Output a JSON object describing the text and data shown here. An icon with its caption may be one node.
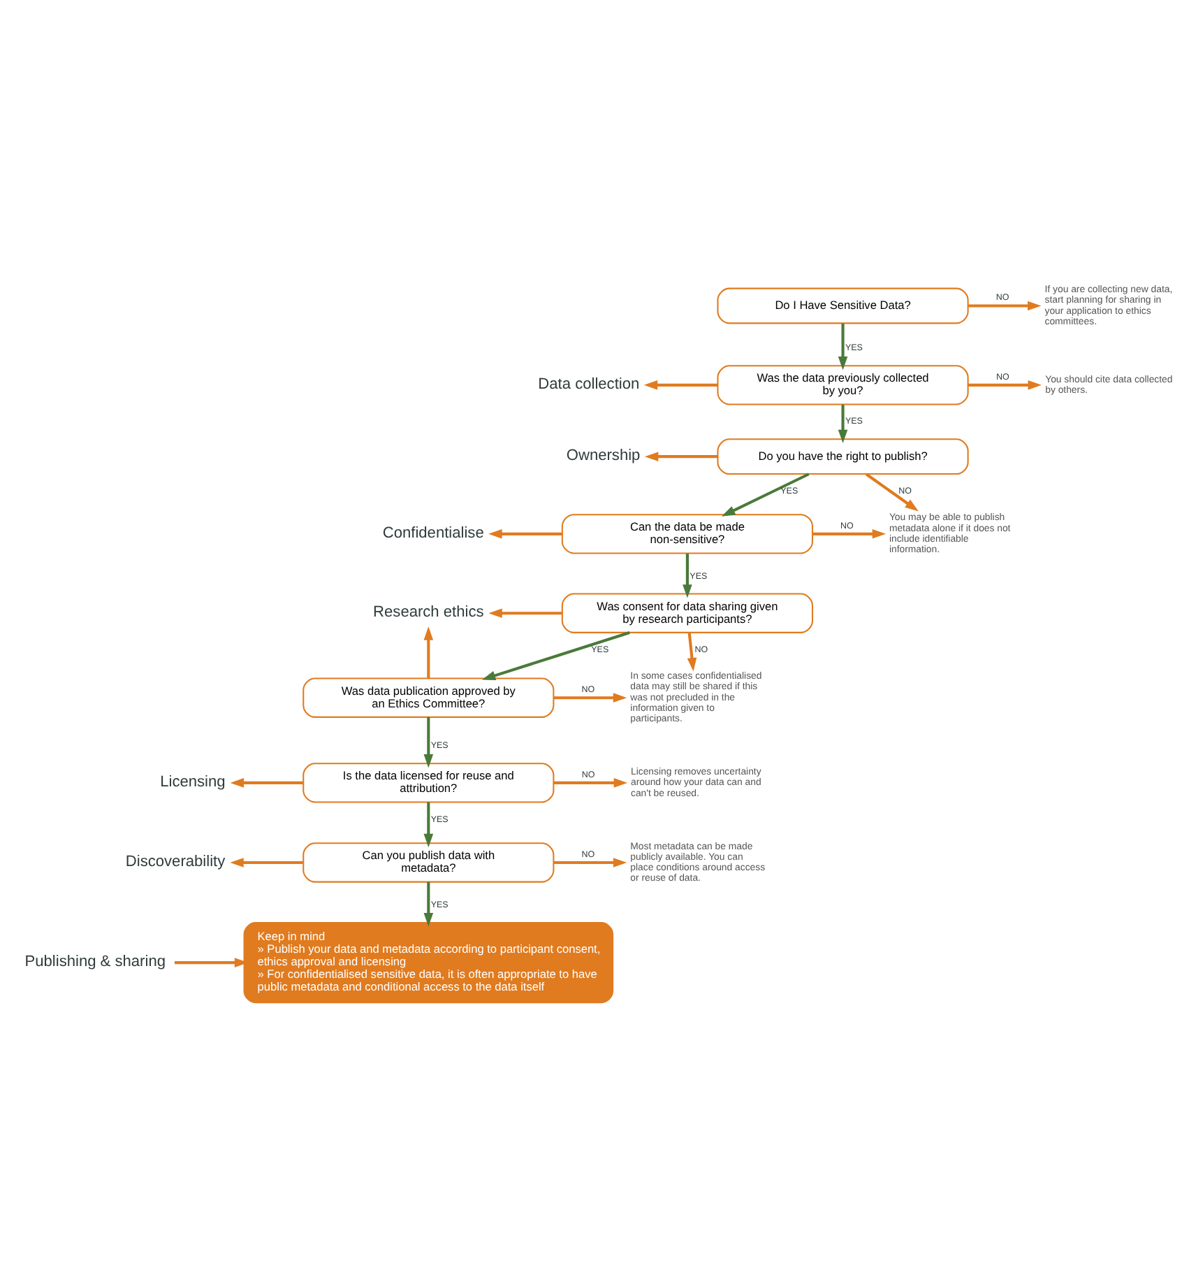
{
  "diagram": {
    "nodes": [
      {
        "text": [
          "Do I Have Sensitive Data?"
        ]
      },
      {
        "text": [
          "If you are collecting new data, start planning for sharing in your application to ethics committees."
        ]
      },
      {
        "text": [
          "Data collection"
        ]
      },
      {
        "text": [
          "Was the data previously collected by you?"
        ]
      },
      {
        "text": [
          "You should cite data collected by others."
        ]
      },
      {
        "text": [
          "Ownership"
        ]
      },
      {
        "text": [
          "Do you have the right to publish?"
        ]
      },
      {
        "text": [
          "Confidentialise"
        ]
      },
      {
        "text": [
          "Can the data be made non-sensitive?"
        ]
      },
      {
        "text": [
          "You may be able to publish metadata alone if it does not include identifiable information."
        ]
      },
      {
        "text": [
          "Research ethics"
        ]
      },
      {
        "text": [
          "Was consent for data sharing given by research participants?"
        ]
      },
      {
        "text": [
          "Was data publication approved by an Ethics Committee?"
        ]
      },
      {
        "text": [
          "In some cases confidentialised data may still be shared if this was not precluded in the information given to participants."
        ]
      },
      {
        "text": [
          "Licensing"
        ]
      },
      {
        "text": [
          "Is the data licensed for reuse and attribution?"
        ]
      },
      {
        "text": [
          "Licensing removes uncertainty around how your data can and can't be reused."
        ]
      },
      {
        "text": [
          "Discoverability"
        ]
      },
      {
        "text": [
          "Can you publish data with metadata?"
        ]
      },
      {
        "text": [
          "Most metadata can be made publicly available. You can place conditions around access or reuse of data."
        ]
      },
      {
        "text": [
          "Publishing & sharing"
        ]
      },
      {
        "text": [
          "Keep in mind",
          "» Publish your data and metadata according to participant consent, ethics approval and licensing",
          "» For confidentialised sensitive data, it is often appropriate to have public metadata and conditional access to the data itself"
        ]
      }
    ],
    "edges": [
      {
        "from": 0,
        "to": 1,
        "arrow": "to",
        "label": "NO"
      },
      {
        "from": 0,
        "to": 3,
        "arrow": "to",
        "label": "YES",
        "color": "#4a7a3a"
      },
      {
        "from": 3,
        "to": 2,
        "arrow": "to"
      },
      {
        "from": 3,
        "to": 4,
        "arrow": "to",
        "label": "NO"
      },
      {
        "from": 3,
        "to": 6,
        "arrow": "to",
        "label": "YES",
        "color": "#4a7a3a"
      },
      {
        "from": 6,
        "to": 5,
        "arrow": "to"
      },
      {
        "from": 6,
        "to": 9,
        "arrow": "to",
        "label": "NO"
      },
      {
        "from": 6,
        "to": 8,
        "arrow": "to",
        "label": "YES",
        "color": "#4a7a3a"
      },
      {
        "from": 8,
        "to": 7,
        "arrow": "to"
      },
      {
        "from": 8,
        "to": 9,
        "arrow": "to",
        "label": "NO"
      },
      {
        "from": 8,
        "to": 11,
        "arrow": "to",
        "label": "YES",
        "color": "#4a7a3a"
      },
      {
        "from": 11,
        "to": 10,
        "arrow": "to"
      },
      {
        "from": 11,
        "to": 13,
        "arrow": "to",
        "label": "NO"
      },
      {
        "from": 11,
        "to": 12,
        "arrow": "to",
        "label": "YES",
        "color": "#4a7a3a"
      },
      {
        "from": 12,
        "to": 10,
        "arrow": "to"
      },
      {
        "from": 12,
        "to": 13,
        "arrow": "to",
        "label": "NO"
      },
      {
        "from": 12,
        "to": 15,
        "arrow": "to",
        "label": "YES",
        "color": "#4a7a3a"
      },
      {
        "from": 15,
        "to": 14,
        "arrow": "to"
      },
      {
        "from": 15,
        "to": 16,
        "arrow": "to",
        "label": "NO"
      },
      {
        "from": 15,
        "to": 18,
        "arrow": "to",
        "label": "YES",
        "color": "#4a7a3a"
      },
      {
        "from": 18,
        "to": 17,
        "arrow": "to"
      },
      {
        "from": 18,
        "to": 19,
        "arrow": "to",
        "label": "NO"
      },
      {
        "from": 18,
        "to": 21,
        "arrow": "to",
        "label": "YES",
        "color": "#4a7a3a"
      },
      {
        "from": 20,
        "to": 21,
        "arrow": "to"
      }
    ]
  }
}
